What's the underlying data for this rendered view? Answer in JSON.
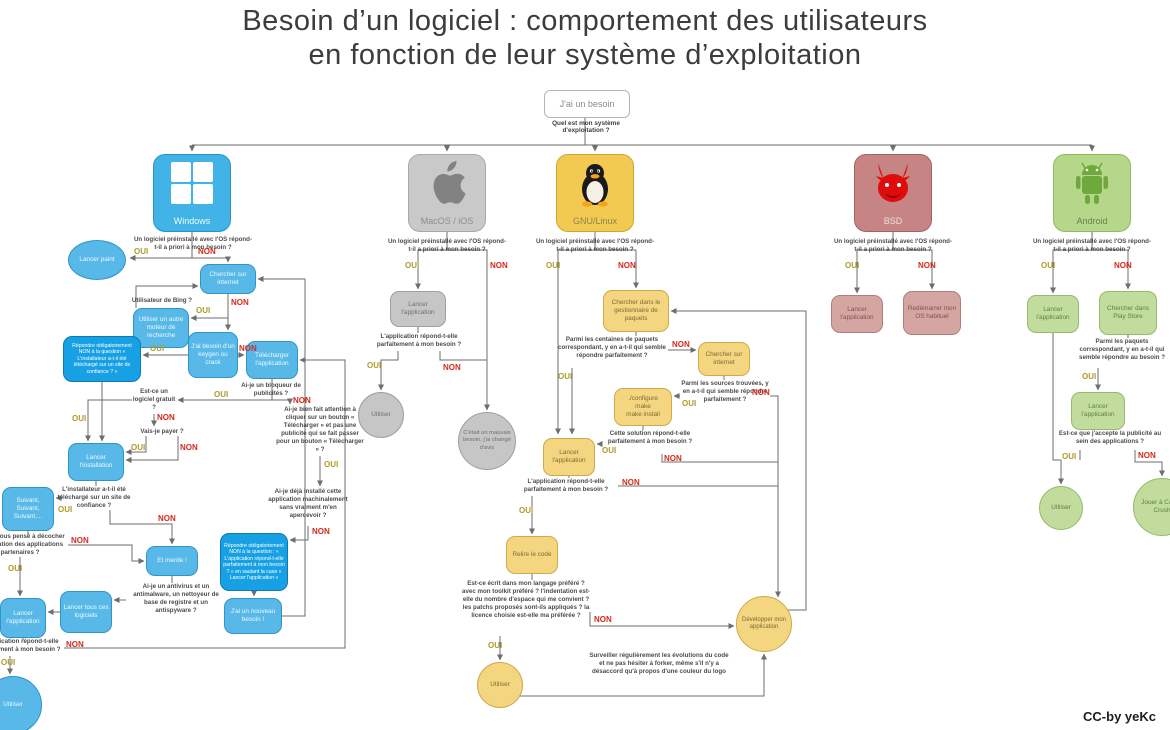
{
  "title_line1": "Besoin d’un logiciel : comportement des utilisateurs",
  "title_line2": "en fonction de leur système d’exploitation",
  "start_label": "J'ai un besoin",
  "start_question": "Quel est mon système d'exploitation ?",
  "oui": "OUI",
  "non": "NON",
  "footer": "CC-by yeKc",
  "q_preinstalled": "Un logiciel préinstallé avec l'OS répond-t-il a priori à mon besoin ?",
  "os_names": {
    "windows": "Windows",
    "mac": "MacOS / iOS",
    "linux": "GNU/Linux",
    "bsd": "BSD",
    "android": "Android"
  },
  "colors": {
    "windows": "#41b3e6",
    "mac": "#c9c9c9",
    "linux": "#f2ca52",
    "bsd": "#c68484",
    "android": "#b5d78a",
    "oui": "#ad9c2c",
    "non": "#d22b1d"
  },
  "win": {
    "lancer_paint": "Lancer paint",
    "chercher_internet": "Chercher sur internet",
    "q_bing": "Utilisateur de Bing ?",
    "autre_moteur": "Utiliser un autre moteur de recherche",
    "keygen": "J'ai besoin d'un keygen ou crack",
    "repondre_non_confiance": "Répondre obligatoirement NON à la question « L'installateur a-t-il été téléchargé sur un site de confiance ? »",
    "telecharger": "Télécharger l'application",
    "q_bloqueur": "Ai-je un bloqueur de publicités ?",
    "q_gratuit": "Est-ce un logiciel gratuit ?",
    "q_attention": "Ai-je bien fait attention à cliquer sur un bouton « Télécharger » et pas une publicité qui se fait passer pour un bouton « Télécharger » ?",
    "q_payer": "Vais-je payer ?",
    "lancer_installation": "Lancer l'installation",
    "q_confiance": "L'installateur a-t-il été téléchargé sur un site de confiance ?",
    "suivant": "Suivant,\nSuivant,\nSuivant....",
    "q_machinalement": "Ai-je déjà installé cette application machinalement sans vraiment m'en apercevoir ?",
    "q_decocher": "Avons-nous pensé à décocher l'installation des applications partenaires ?",
    "et_merde": "Et merde !",
    "repondre_non_parfaitement": "Répondre obligatoirement NON à la question : « L'application répond-t-elle parfaitement à mon besoin ? » en sautant la case « Lancer l'application »",
    "q_antivirus": "Ai-je un antivirus et un antimalware, un nettoyeur de base de registre et un antispyware ?",
    "lancer_tous": "Lancer tous ces logiciels",
    "lancer_application": "Lancer l'application",
    "nouveau_besoin": "J'ai un nouveau besoin !",
    "q_exactement": "L'application répond-t-elle exactement à mon besoin ?",
    "utiliser": "Utiliser"
  },
  "mac": {
    "lancer_application": "Lancer l'application",
    "q_parfaitement": "L'application répond-t-elle parfaitement à mon besoin ?",
    "utiliser": "Utiliser",
    "mauvais_besoin": "C'était un mauvais besoin, j'ai changé d'avis"
  },
  "linux": {
    "chercher_gestionnaire": "Chercher dans le gestionnaire de paquets",
    "q_centaines": "Parmi les centaines de paquets correspondant, y en a-t-il qui semble répondre parfaitement ?",
    "chercher_internet": "Chercher sur internet",
    "q_sources": "Parmi les sources trouvées, y en a-t-il qui semble répondre parfaitement ?",
    "configure": "./configure\nmake\nmake install",
    "q_solution": "Cette solution répond-t-elle parfaitement à mon besoin ?",
    "lancer_application": "Lancer l'application",
    "q_parfaitement": "L'application répond-t-elle parfaitement à mon besoin ?",
    "relire_code": "Relire le code",
    "q_langage": "Est-ce écrit dans mon langage préféré ? avec mon toolkit préféré ? l'indentation est-elle du nombre d'espace qui me convient ? les patchs proposés sont-ils appliqués ? la licence choisie est-elle ma préférée ?",
    "utiliser": "Utiliser",
    "developper": "Développer mon application",
    "surveiller": "Surveiller régulièrement les évolutions du code et ne pas hésiter à forker, même s'il n'y a désaccord qu'à propos d'une couleur du logo"
  },
  "bsd": {
    "lancer_application": "Lancer l'application",
    "redemarrer": "Redémarrer mon OS habituel"
  },
  "android": {
    "lancer_application": "Lancer l'application",
    "chercher_play": "Chercher dans Play Store",
    "q_paquets": "Parmi les paquets correspondant, y en a-t-il qui semble répondre au besoin ?",
    "lancer_application2": "Lancer l'application",
    "q_publicite": "Est-ce que j'accepte la publicité au sein des applications ?",
    "utiliser": "Utiliser",
    "candy_crush": "Jouer à Candy Crush"
  }
}
